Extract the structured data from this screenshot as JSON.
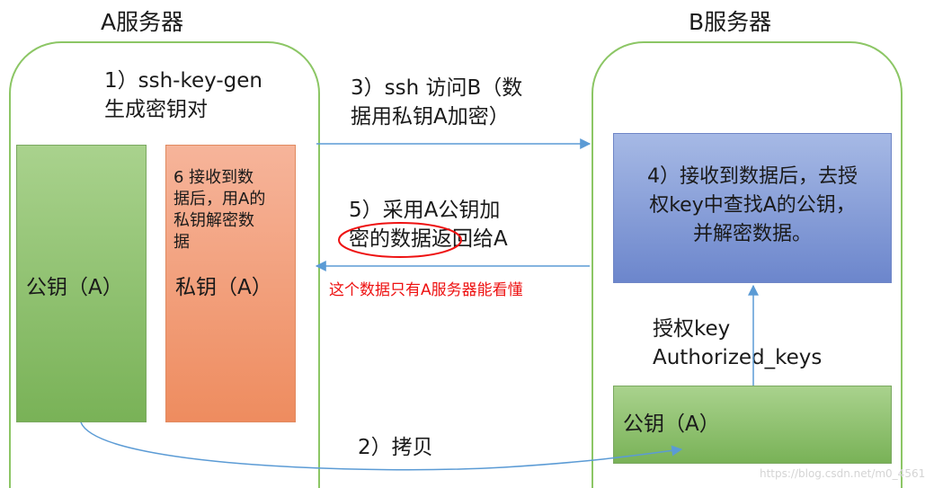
{
  "titles": {
    "server_a": "A服务器",
    "server_b": "B服务器"
  },
  "steps": {
    "step1_line1": "1）ssh-key-gen",
    "step1_line2": "生成密钥对",
    "step3_line1": "3）ssh 访问B（数",
    "step3_line2": "据用私钥A加密）",
    "step5_line1": "5）采用A公钥加",
    "step5_line2": "密的数据返回给A",
    "step5_note": "这个数据只有A服务器能看懂",
    "step2": "2）拷贝"
  },
  "server_a": {
    "public_key_label": "公钥（A）",
    "private_step6_lines": [
      "6 接收到数",
      "据后，用A的",
      "私钥解密数",
      "据"
    ],
    "private_key_label": "私钥（A）"
  },
  "server_b": {
    "step4_lines": [
      "4）接收到数据后，去授",
      "权key中查找A的公钥，",
      "并解密数据。"
    ],
    "auth_key_line1": "授权key",
    "auth_key_line2": "Authorized_keys",
    "public_key_label": "公钥（A）"
  },
  "watermark": "https://blog.csdn.net/m0_4561",
  "colors": {
    "pane_border": "#8cc665",
    "arrow": "#5b9bd5",
    "highlight": "#ee1111"
  }
}
